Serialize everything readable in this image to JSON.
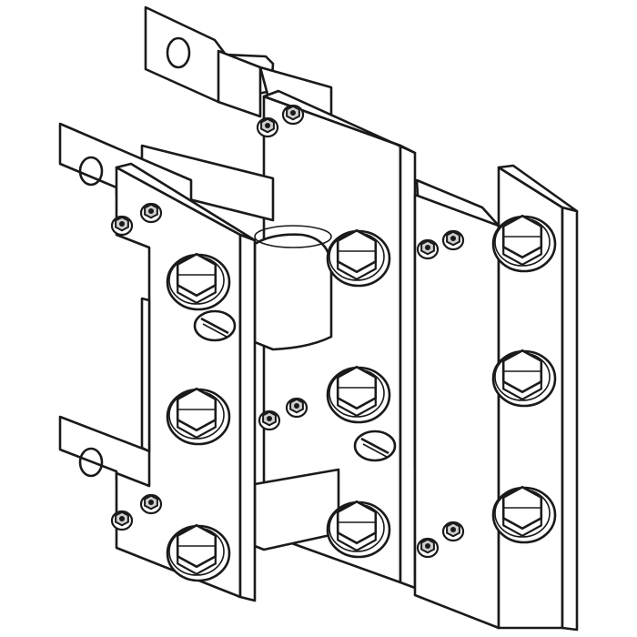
{
  "drawing": {
    "subject": "clamp-bracket",
    "colors": {
      "stroke": "#1a1a1a",
      "plate": "#ffffff",
      "shade": "#f6f6f6"
    }
  },
  "hex_bolts": [
    {
      "id": "left-plate-top"
    },
    {
      "id": "left-plate-mid"
    },
    {
      "id": "left-plate-bottom"
    },
    {
      "id": "center-plate-top"
    },
    {
      "id": "center-plate-mid"
    },
    {
      "id": "center-plate-bottom"
    },
    {
      "id": "right-plate-top"
    },
    {
      "id": "right-plate-mid"
    },
    {
      "id": "right-plate-bottom"
    }
  ],
  "small_nuts": [
    {
      "id": "back-top-a"
    },
    {
      "id": "back-top-b"
    },
    {
      "id": "left-top-a"
    },
    {
      "id": "left-top-b"
    },
    {
      "id": "right-top-a"
    },
    {
      "id": "right-top-b"
    },
    {
      "id": "mid-a"
    },
    {
      "id": "mid-b"
    },
    {
      "id": "left-bottom-a"
    },
    {
      "id": "left-bottom-b"
    },
    {
      "id": "right-bottom-a"
    },
    {
      "id": "right-bottom-b"
    }
  ],
  "slotted_screws": [
    {
      "id": "left-slot-screw"
    },
    {
      "id": "center-slot-screw"
    }
  ]
}
